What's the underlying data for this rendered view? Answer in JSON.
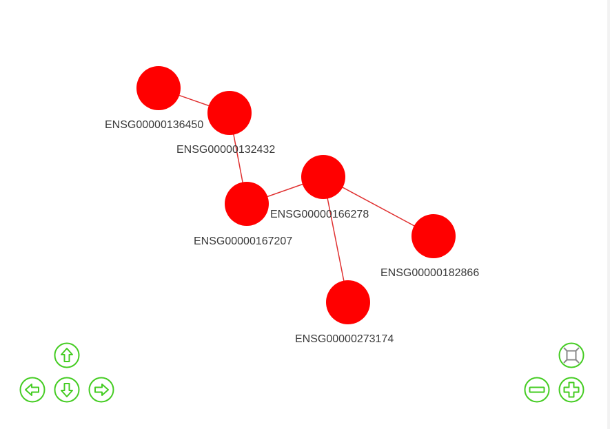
{
  "graph": {
    "nodes": [
      {
        "id": "n1",
        "label": "ENSG00000136450"
      },
      {
        "id": "n2",
        "label": "ENSG00000132432"
      },
      {
        "id": "n3",
        "label": "ENSG00000167207"
      },
      {
        "id": "n4",
        "label": "ENSG00000166278"
      },
      {
        "id": "n5",
        "label": "ENSG00000182866"
      },
      {
        "id": "n6",
        "label": "ENSG00000273174"
      }
    ],
    "edges": [
      {
        "source": "n1",
        "target": "n2"
      },
      {
        "source": "n2",
        "target": "n3"
      },
      {
        "source": "n3",
        "target": "n4"
      },
      {
        "source": "n4",
        "target": "n5"
      },
      {
        "source": "n4",
        "target": "n6"
      }
    ],
    "node_color": "#ff0000",
    "edge_color": "#e03030",
    "label_color": "#3a3a3a"
  },
  "controls": {
    "icon_color": "#44cc22",
    "items": [
      {
        "name": "pan-up-button",
        "icon": "arrow-up-icon"
      },
      {
        "name": "pan-left-button",
        "icon": "arrow-left-icon"
      },
      {
        "name": "pan-down-button",
        "icon": "arrow-down-icon"
      },
      {
        "name": "pan-right-button",
        "icon": "arrow-right-icon"
      },
      {
        "name": "fit-view-button",
        "icon": "fit-screen-icon"
      },
      {
        "name": "zoom-out-button",
        "icon": "minus-icon"
      },
      {
        "name": "zoom-in-button",
        "icon": "plus-icon"
      }
    ]
  }
}
